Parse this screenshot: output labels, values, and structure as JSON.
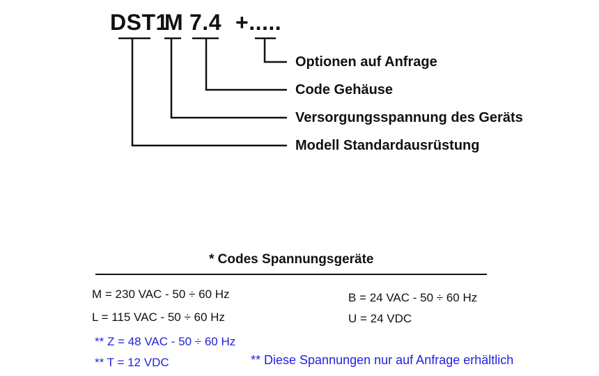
{
  "code_parts": {
    "model": "DST1",
    "voltage": "M",
    "housing": "7.4",
    "options": "+....."
  },
  "labels": {
    "options": "Optionen auf Anfrage",
    "housing": "Code Gehäuse",
    "voltage": "Versorgungsspannung des Geräts",
    "model": "Modell Standardausrüstung"
  },
  "voltage_codes": {
    "title": "* Codes Spannungsgeräte",
    "left": [
      "M = 230 VAC - 50 ÷ 60 Hz",
      "L = 115 VAC - 50 ÷ 60 Hz"
    ],
    "right": [
      "B = 24 VAC - 50 ÷ 60 Hz",
      "U = 24 VDC"
    ],
    "on_request": [
      "** Z = 48 VAC - 50 ÷ 60 Hz",
      "** T = 12 VDC"
    ],
    "footnote": "** Diese Spannungen nur auf Anfrage erhältlich"
  },
  "colors": {
    "text": "#111111",
    "on_request": "#2222dd"
  }
}
